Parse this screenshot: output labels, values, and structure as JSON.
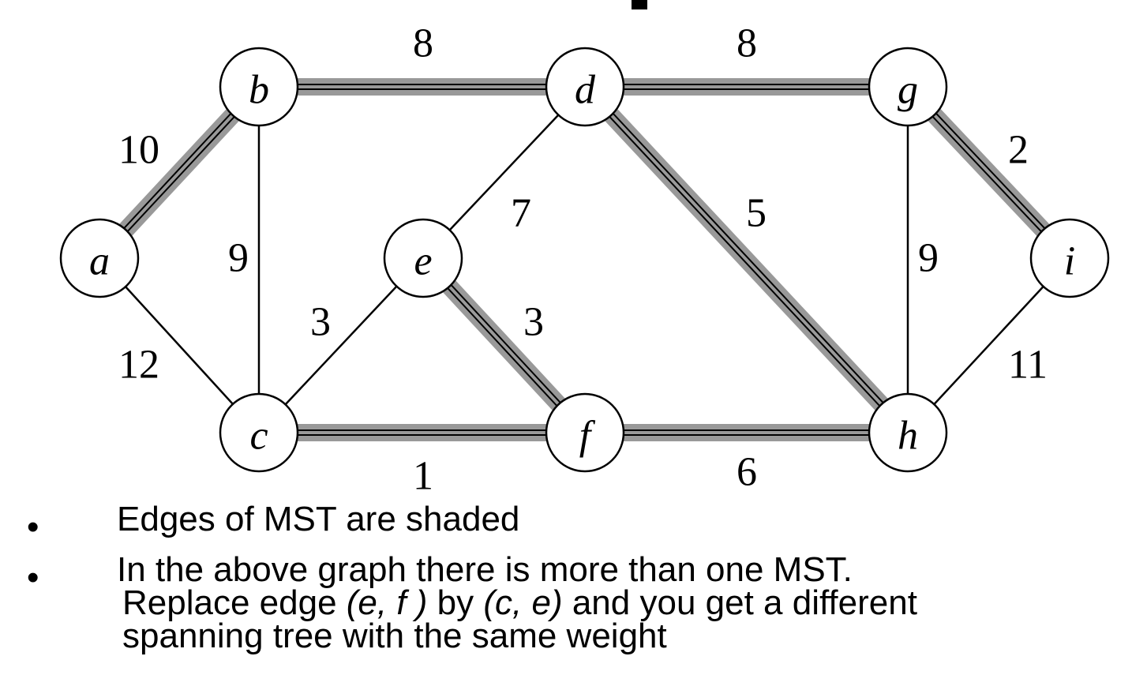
{
  "graph": {
    "nodes": [
      {
        "id": "a",
        "label": "a"
      },
      {
        "id": "b",
        "label": "b"
      },
      {
        "id": "c",
        "label": "c"
      },
      {
        "id": "d",
        "label": "d"
      },
      {
        "id": "e",
        "label": "e"
      },
      {
        "id": "f",
        "label": "f"
      },
      {
        "id": "g",
        "label": "g"
      },
      {
        "id": "h",
        "label": "h"
      },
      {
        "id": "i",
        "label": "i"
      }
    ],
    "edges": [
      {
        "from": "a",
        "to": "b",
        "weight": "10",
        "mst": true
      },
      {
        "from": "a",
        "to": "c",
        "weight": "12",
        "mst": false
      },
      {
        "from": "b",
        "to": "c",
        "weight": "9",
        "mst": false
      },
      {
        "from": "b",
        "to": "d",
        "weight": "8",
        "mst": true
      },
      {
        "from": "c",
        "to": "e",
        "weight": "3",
        "mst": false
      },
      {
        "from": "c",
        "to": "f",
        "weight": "1",
        "mst": true
      },
      {
        "from": "d",
        "to": "e",
        "weight": "7",
        "mst": false
      },
      {
        "from": "d",
        "to": "g",
        "weight": "8",
        "mst": true
      },
      {
        "from": "d",
        "to": "h",
        "weight": "5",
        "mst": true
      },
      {
        "from": "e",
        "to": "f",
        "weight": "3",
        "mst": true
      },
      {
        "from": "f",
        "to": "h",
        "weight": "6",
        "mst": true
      },
      {
        "from": "g",
        "to": "h",
        "weight": "9",
        "mst": false
      },
      {
        "from": "g",
        "to": "i",
        "weight": "2",
        "mst": true
      },
      {
        "from": "h",
        "to": "i",
        "weight": "11",
        "mst": false
      }
    ],
    "mst_shade_color": "#999999"
  },
  "bullets": {
    "bullet_symbol": "•",
    "item1": "Edges of MST are shaded",
    "item2": {
      "line1": "In the above graph there is more than one MST.",
      "line2_part1": "Replace edge ",
      "line2_edge1": "(e, f )",
      "line2_part2": " by ",
      "line2_edge2": "(c, e)",
      "line2_part3": " and you get a different",
      "line3": "spanning tree with the same weight"
    }
  }
}
